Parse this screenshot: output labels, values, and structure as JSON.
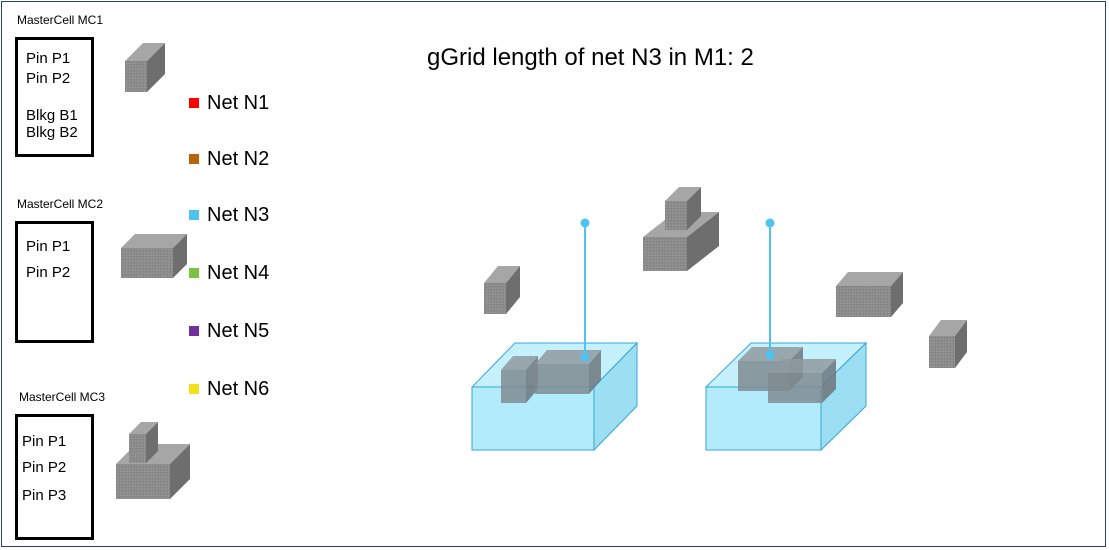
{
  "title": "gGrid length of net N3 in M1: 2",
  "master_cells": [
    {
      "name": "MasterCell MC1",
      "items": [
        "Pin P1",
        "Pin P2",
        "Blkg B1",
        "Blkg B2"
      ]
    },
    {
      "name": "MasterCell MC2",
      "items": [
        "Pin P1",
        "Pin P2"
      ]
    },
    {
      "name": "MasterCell MC3",
      "items": [
        "Pin P1",
        "Pin P2",
        "Pin P3"
      ]
    }
  ],
  "nets": [
    {
      "label": "Net N1",
      "color": "#ff0000"
    },
    {
      "label": "Net N2",
      "color": "#b8650a"
    },
    {
      "label": "Net N3",
      "color": "#4fc3f0"
    },
    {
      "label": "Net N4",
      "color": "#7cc242"
    },
    {
      "label": "Net N5",
      "color": "#7030a0"
    },
    {
      "label": "Net N6",
      "color": "#f5e11a"
    }
  ],
  "colors": {
    "block_front": "#8c8c8c",
    "block_top": "#a6a6a6",
    "block_side": "#6e6e6e",
    "net_highlight": "#4fc3f0"
  }
}
